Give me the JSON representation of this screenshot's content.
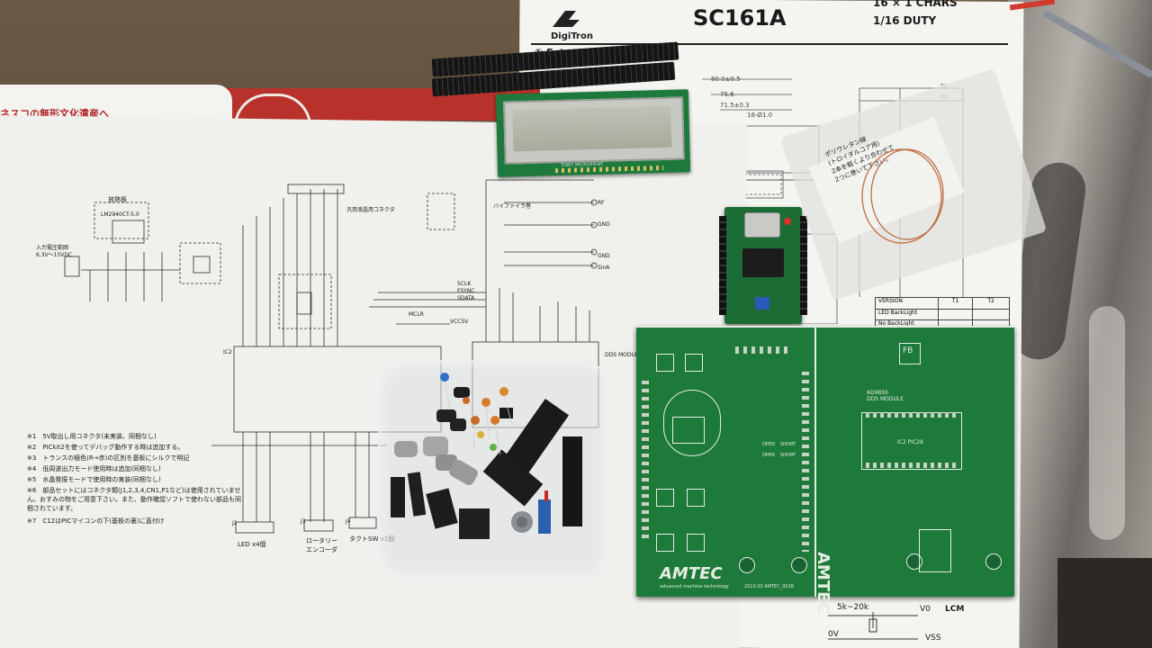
{
  "photo": {
    "datasheet": {
      "logo": "DigiTron",
      "model": "SC161A",
      "spec_line1": "16 × 1 CHARS",
      "spec_line2": "1/16 DUTY",
      "section_title": "① External Dimensions",
      "dimensions": [
        "80.0±0.5",
        "75.6",
        "71.5±0.3",
        "16-Ø1.0"
      ],
      "table_header": [
        "VERSION",
        "T1",
        "T2"
      ],
      "table_rows": [
        [
          "LED BackLight",
          "",
          ""
        ],
        [
          "No BackLight",
          "",
          ""
        ]
      ],
      "schematic_labels": [
        "5k~20k",
        "V0",
        "VSS",
        "0V",
        "LCM"
      ]
    },
    "flyer": {
      "headline": "ネスコの無形文化遺産へ"
    },
    "schematic": {
      "title_power": "放熱板",
      "regulator": "LM2940CT-5.0",
      "input_note": "入力電圧範囲\n6.3V〜15VDC",
      "lcd_connector": "汎用液晶用コネクタ",
      "filter_label": "バイファイラ巻",
      "rf_labels": [
        "RF",
        "GND",
        "GND",
        "SinA"
      ],
      "signal_labels": [
        "SCLK",
        "FSYNC",
        "SDATA",
        "MCLR",
        "VCC5V"
      ],
      "module_label": "DDS MODULE",
      "ic_label": "IC2",
      "notes": [
        "※1　5V取出し用コネクタ(未実装、同梱なし)",
        "※2　PICkit2を使ってデバッグ動作する時は追加する。",
        "※3　トランスの極色(R→赤)の区別を基板にシルクで明記",
        "※4　低周波出力モード使用時は追加(同梱なし)",
        "※5　水晶発振モードで使用時の実装(同梱なし)",
        "※6　部品セットにはコネクタ類(J1,2,3,4,CN1,P1など)は使用されていません。おすみの物をご用意下さい。また、動作確認ソフトで使わない部品も同梱されています。",
        "※7　C12はPICマイコンの下(基板の裏)に直付け"
      ],
      "connector_labels": [
        "LED x4個",
        "ロータリー\nエンコーダ",
        "タクトSW x1個"
      ],
      "j_labels": [
        "J2",
        "J3",
        "J4"
      ]
    },
    "bag_paper_text": "ポリウレタン線\n(トロイダルコア用)\n2本を軽くより合わせて\n2つに巻いて下さい。",
    "pcb": {
      "logo": "AMTEC",
      "tagline": "advanced machine technology",
      "date_code": "2013.03 AMTEC_0028",
      "module_text": "AD9850\nDDS MODULE",
      "ic_label": "IC2 PIC28",
      "jumper_labels": [
        "OPEN",
        "SHORT",
        "OPEN",
        "SHORT"
      ],
      "side_text": "FB"
    },
    "lcd_module": {
      "pcb_text": "TINKY MICROPRINT"
    }
  },
  "colors": {
    "paper": "#f2f1ec",
    "pcb_green": "#1d7a3a",
    "pcb_silk": "#e8efe6",
    "dds_green": "#1a6d34",
    "lcd_glass": "#b8bcae",
    "header_black": "#141414",
    "copper_wire": "#c6764a"
  }
}
